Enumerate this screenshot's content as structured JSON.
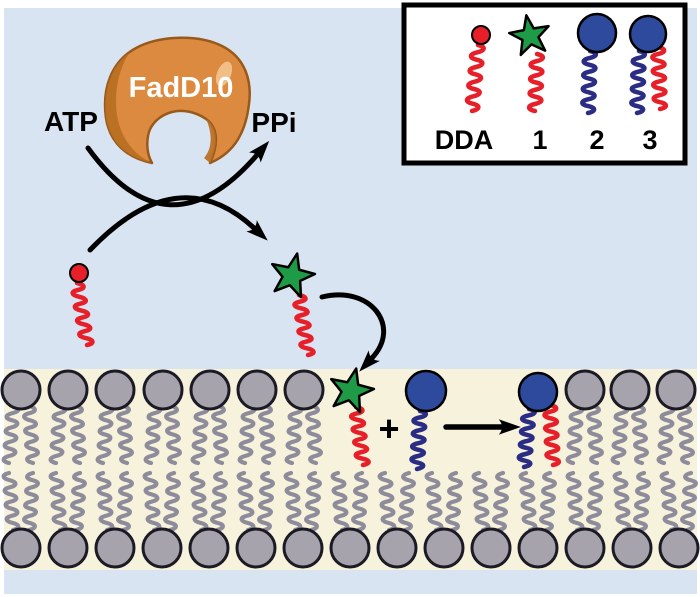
{
  "labels": {
    "atp": "ATP",
    "ppi": "PPi",
    "enzyme": "FadD10",
    "plus": "+"
  },
  "legend": {
    "items": [
      {
        "symbol": "red-dot-single-red-tail",
        "label": "DDA"
      },
      {
        "symbol": "green-star-single-red-tail",
        "label": "1"
      },
      {
        "symbol": "blue-head-single-blue-tail",
        "label": "2"
      },
      {
        "symbol": "blue-head-blue-and-red-tails",
        "label": "3"
      }
    ]
  },
  "colors": {
    "background": "#d8e4f1",
    "membrane": "#f6f2dc",
    "legend_bg": "#ffffff",
    "outline": "#000000",
    "arrow": "#000000",
    "text": "#000000",
    "red": "#e71f28",
    "green": "#1f9b47",
    "blue_head": "#2d4a9c",
    "blue_tail": "#2b2d84",
    "gray_head": "#a6a3ad",
    "gray_head_outline": "#1c1a24",
    "gray_tail": "#8e8c9a",
    "enzyme_body": "#dc8a3f",
    "enzyme_shade": "#b76f22",
    "enzyme_highlight": "#f4c795",
    "enzyme_outline": "#99591b",
    "enzyme_label": "#ffffff"
  }
}
